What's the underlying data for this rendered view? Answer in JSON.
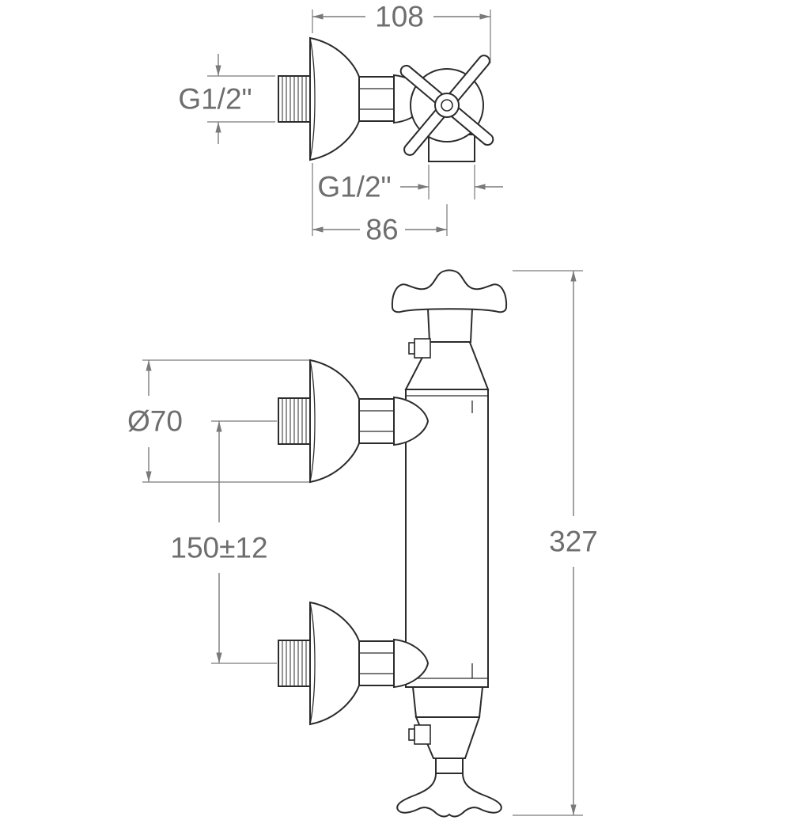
{
  "figure": {
    "kind": "technical-drawing",
    "subject": "wall-mounted shower mixer tap with cross handles, dimensioned top and front views"
  },
  "annotations": {
    "top_view": {
      "overall_width_mm": "108",
      "inlet_thread": "G1/2\"",
      "outlet_thread": "G1/2\"",
      "wall_to_center_mm": "86"
    },
    "front_view": {
      "escutcheon_diameter_mm": "Ø70",
      "inlet_spacing_mm": "150±12",
      "overall_height_mm": "327"
    }
  },
  "colors": {
    "line": "#2b2b2b",
    "dimension_line": "#7a7a7a",
    "dimension_text": "#6e6e6e",
    "background": "#ffffff"
  }
}
